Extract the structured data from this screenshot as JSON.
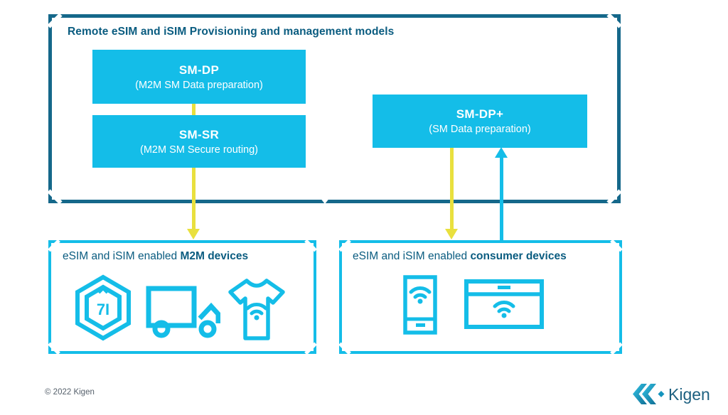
{
  "frame": {
    "title": "Remote eSIM and iSIM Provisioning and management models"
  },
  "nodes": {
    "sm_dp": {
      "title": "SM-DP",
      "subtitle": "(M2M SM Data preparation)"
    },
    "sm_sr": {
      "title": "SM-SR",
      "subtitle": "(M2M SM Secure routing)"
    },
    "sm_dp_plus": {
      "title": "SM-DP+",
      "subtitle": "(SM Data preparation)"
    }
  },
  "device_boxes": {
    "m2m": {
      "label_prefix": "eSIM and iSIM enabled ",
      "label_bold": "M2M devices",
      "hex_badge_text": "7I",
      "icons": [
        "secure-chip-hexagon-icon",
        "delivery-truck-icon",
        "tshirt-wifi-icon"
      ]
    },
    "consumer": {
      "label_prefix": "eSIM and iSIM enabled ",
      "label_bold": "consumer devices",
      "icons": [
        "smartphone-wifi-icon",
        "tv-wifi-icon"
      ]
    }
  },
  "arrows": {
    "sm_dp_to_sm_sr": "yellow",
    "sm_sr_to_m2m_devices": "yellow-down",
    "sm_dp_plus_to_consumer_devices": "yellow-down",
    "consumer_devices_to_sm_dp_plus": "cyan-up"
  },
  "footer": {
    "copyright": "© 2022 Kigen",
    "logo_text": "Kigen"
  },
  "colors": {
    "cyan": "#14bde8",
    "dark_teal": "#15688a",
    "title_teal": "#0a5c80",
    "yellow": "#e9e03e",
    "copyright_gray": "#55606b"
  }
}
